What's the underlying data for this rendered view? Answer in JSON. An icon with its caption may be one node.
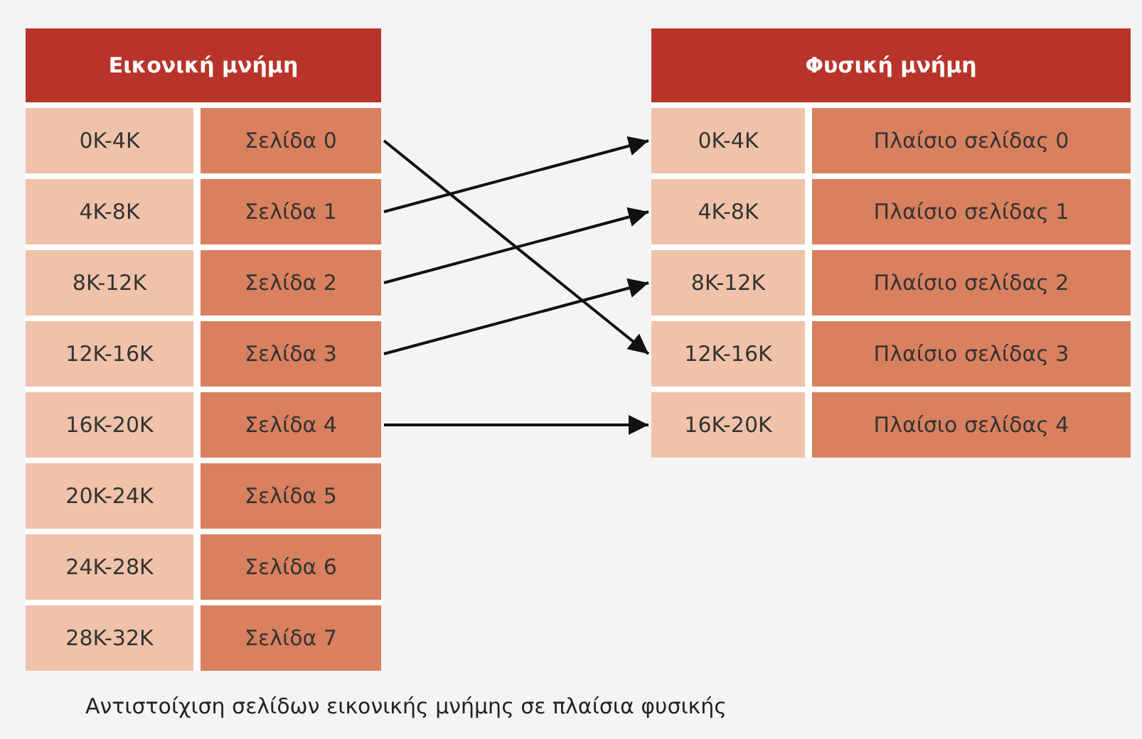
{
  "diagram": {
    "caption": "Αντιστοίχιση σελίδων εικονικής μνήμης σε πλαίσια φυσικής",
    "nodes": [
      {
        "text": [
          "Εικονική μνήμη"
        ]
      },
      {
        "text": [
          "0K-4K"
        ],
        "in": 0
      },
      {
        "text": [
          "Σελίδα 0"
        ],
        "in": 0
      },
      {
        "text": [
          "4K-8K"
        ],
        "in": 0
      },
      {
        "text": [
          "Σελίδα 1"
        ],
        "in": 0
      },
      {
        "text": [
          "8K-12K"
        ],
        "in": 0
      },
      {
        "text": [
          "Σελίδα 2"
        ],
        "in": 0
      },
      {
        "text": [
          "12K-16K"
        ],
        "in": 0
      },
      {
        "text": [
          "Σελίδα 3"
        ],
        "in": 0
      },
      {
        "text": [
          "16K-20K"
        ],
        "in": 0
      },
      {
        "text": [
          "Σελίδα 4"
        ],
        "in": 0
      },
      {
        "text": [
          "20K-24K"
        ],
        "in": 0
      },
      {
        "text": [
          "Σελίδα 5"
        ],
        "in": 0
      },
      {
        "text": [
          "24K-28K"
        ],
        "in": 0
      },
      {
        "text": [
          "Σελίδα 6"
        ],
        "in": 0
      },
      {
        "text": [
          "28K-32K"
        ],
        "in": 0
      },
      {
        "text": [
          "Σελίδα 7"
        ],
        "in": 0
      },
      {
        "text": [
          "Φυσική μνήμη"
        ]
      },
      {
        "text": [
          "0K-4K"
        ],
        "in": 17
      },
      {
        "text": [
          "Πλαίσιο σελίδας 0"
        ],
        "in": 17
      },
      {
        "text": [
          "4K-8K"
        ],
        "in": 17
      },
      {
        "text": [
          "Πλαίσιο σελίδας 1"
        ],
        "in": 17
      },
      {
        "text": [
          "8K-12K"
        ],
        "in": 17
      },
      {
        "text": [
          "Πλαίσιο σελίδας 2"
        ],
        "in": 17
      },
      {
        "text": [
          "12K-16K"
        ],
        "in": 17
      },
      {
        "text": [
          "Πλαίσιο σελίδας 3"
        ],
        "in": 17
      },
      {
        "text": [
          "16K-20K"
        ],
        "in": 17
      },
      {
        "text": [
          "Πλαίσιο σελίδας 4"
        ],
        "in": 17
      }
    ],
    "edges": [
      {
        "from": 2,
        "to": 24,
        "arrow": "to"
      },
      {
        "from": 4,
        "to": 18,
        "arrow": "to"
      },
      {
        "from": 6,
        "to": 20,
        "arrow": "to"
      },
      {
        "from": 8,
        "to": 22,
        "arrow": "to"
      },
      {
        "from": 10,
        "to": 26,
        "arrow": "to"
      }
    ]
  }
}
